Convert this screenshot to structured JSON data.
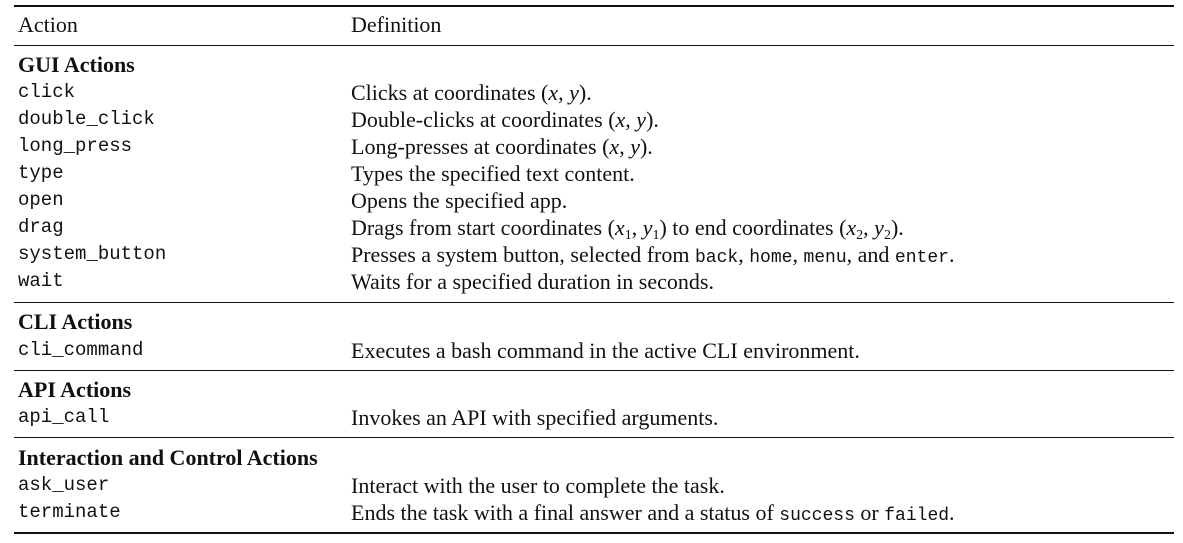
{
  "header": {
    "action": "Action",
    "definition": "Definition"
  },
  "sections": {
    "gui": {
      "title": "GUI Actions",
      "rows": [
        {
          "action": "click",
          "def_pre": "Clicks at coordinates ",
          "math": "(x, y)",
          "def_post": "."
        },
        {
          "action": "double_click",
          "def_pre": "Double-clicks at coordinates ",
          "math": "(x, y)",
          "def_post": "."
        },
        {
          "action": "long_press",
          "def_pre": "Long-presses at coordinates ",
          "math": "(x, y)",
          "def_post": "."
        },
        {
          "action": "type",
          "def": "Types the specified text content."
        },
        {
          "action": "open",
          "def": "Opens the specified app."
        },
        {
          "action": "drag",
          "def_pre": "Drags from start coordinates ",
          "math1": "(x1, y1)",
          "def_mid": " to end coordinates ",
          "math2": "(x2, y2)",
          "def_post": "."
        },
        {
          "action": "system_button",
          "def_pre": "Presses a system button, selected from ",
          "opt1": "back",
          "sep1": ", ",
          "opt2": "home",
          "sep2": ", ",
          "opt3": "menu",
          "sep3": ", and ",
          "opt4": "enter",
          "def_post": "."
        },
        {
          "action": "wait",
          "def": "Waits for a specified duration in seconds."
        }
      ]
    },
    "cli": {
      "title": "CLI Actions",
      "rows": [
        {
          "action": "cli_command",
          "def": "Executes a bash command in the active CLI environment."
        }
      ]
    },
    "api": {
      "title": "API Actions",
      "rows": [
        {
          "action": "api_call",
          "def": "Invokes an API with specified arguments."
        }
      ]
    },
    "interaction": {
      "title": "Interaction and Control Actions",
      "rows": [
        {
          "action": "ask_user",
          "def": "Interact with the user to complete the task."
        },
        {
          "action": "terminate",
          "def_pre": "Ends the task with a final answer and a status of ",
          "opt1": "success",
          "sep1": " or ",
          "opt2": "failed",
          "def_post": "."
        }
      ]
    }
  }
}
